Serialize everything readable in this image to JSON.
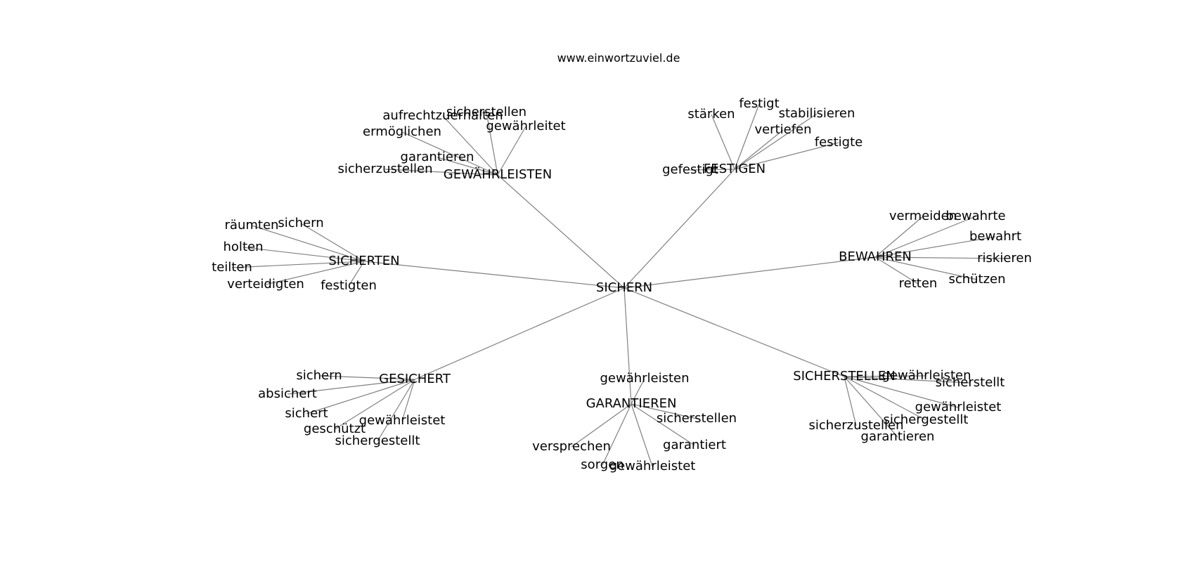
{
  "site": "www.einwortzuviel.de",
  "root": "SICHERN",
  "groups": [
    {
      "label": "GEWÄHRLEISTEN",
      "words": [
        "sicherstellen",
        "aufrechtzuerhalten",
        "gewährleitet",
        "ermöglichen",
        "garantieren",
        "sicherzustellen"
      ]
    },
    {
      "label": "FESTIGEN",
      "words": [
        "festigt",
        "stärken",
        "stabilisieren",
        "vertiefen",
        "festigte",
        "gefestigt"
      ]
    },
    {
      "label": "SICHERTEN",
      "words": [
        "sichern",
        "räumten",
        "holten",
        "teilten",
        "verteidigten",
        "festigten"
      ]
    },
    {
      "label": "BEWAHREN",
      "words": [
        "vermeiden",
        "bewahrte",
        "bewahrt",
        "riskieren",
        "schützen",
        "retten"
      ]
    },
    {
      "label": "GESICHERT",
      "words": [
        "sichern",
        "absichert",
        "sichert",
        "geschützt",
        "gewährleistet",
        "sichergestellt"
      ]
    },
    {
      "label": "GARANTIEREN",
      "words": [
        "gewährleisten",
        "sicherstellen",
        "garantiert",
        "versprechen",
        "sorgen",
        "gewährleistet"
      ]
    },
    {
      "label": "SICHERSTELLEN",
      "words": [
        "gewährleisten",
        "sicherstellt",
        "gewährleistet",
        "sichergestellt",
        "sicherzustellen",
        "garantieren"
      ]
    }
  ]
}
